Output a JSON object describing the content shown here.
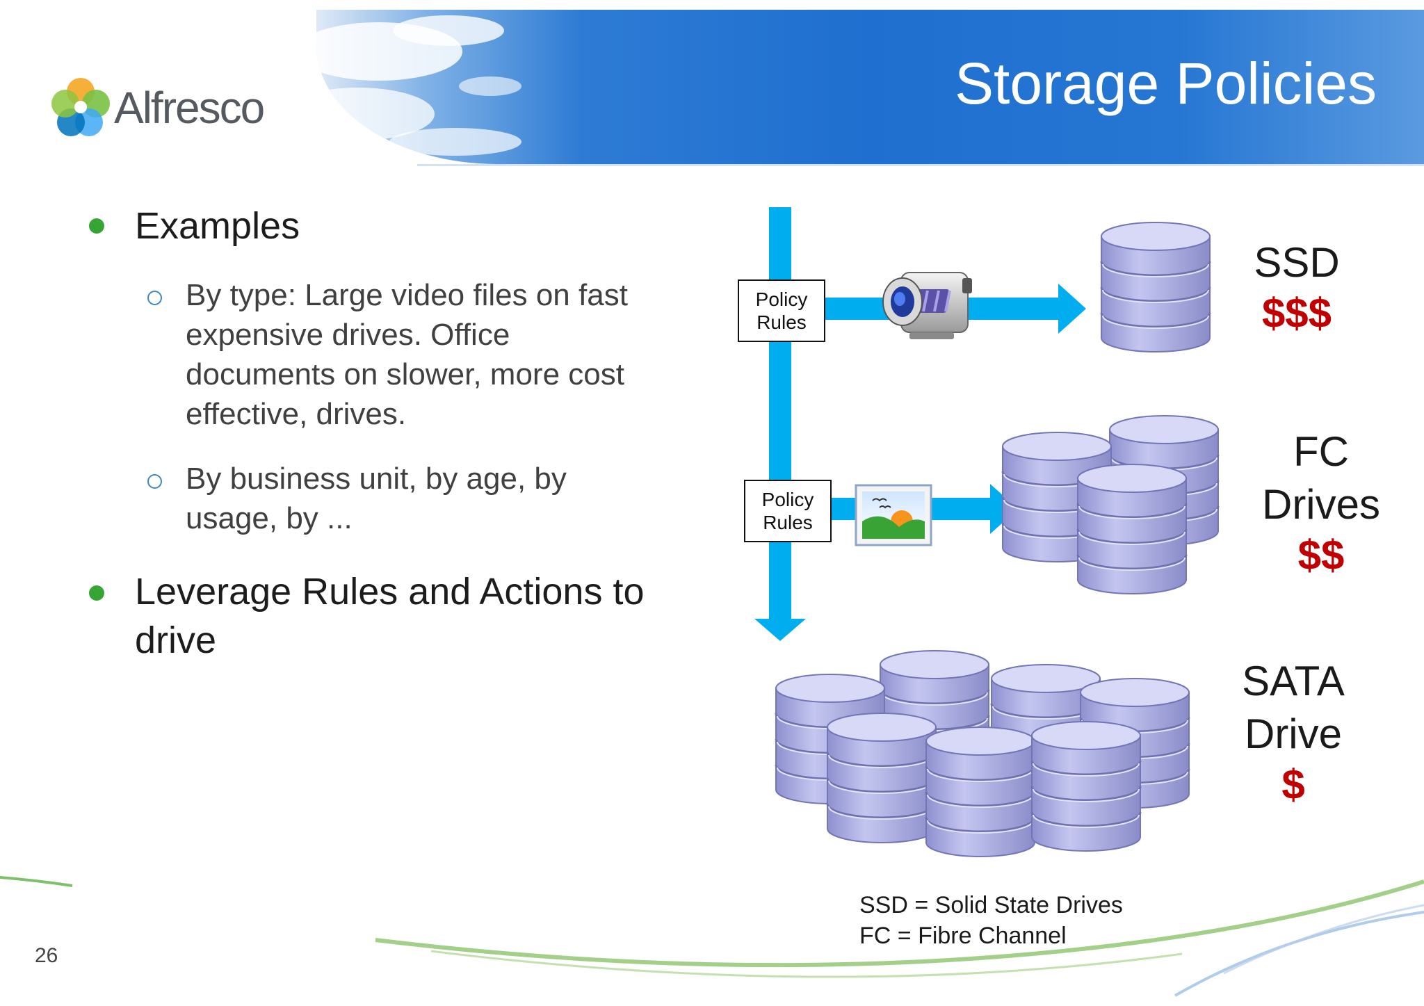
{
  "header": {
    "title": "Storage Policies",
    "logo_text": "Alfresco"
  },
  "bullets": [
    {
      "text": "Examples",
      "sub_items": [
        {
          "lines": [
            "By type: Large video files on fast",
            "expensive drives. Office",
            "documents on slower, more cost",
            "effective, drives."
          ]
        },
        {
          "lines": [
            "By business unit, by age, by",
            "usage, by ..."
          ]
        }
      ]
    },
    {
      "lines": [
        "Leverage Rules and Actions to",
        "drive"
      ]
    }
  ],
  "diagram": {
    "policy_boxes": [
      {
        "lines": [
          "Policy",
          "Rules"
        ]
      },
      {
        "lines": [
          "Policy",
          "Rules"
        ]
      }
    ],
    "tiers": [
      {
        "name_lines": [
          "SSD"
        ],
        "cost": "$$$"
      },
      {
        "name_lines": [
          "FC",
          "Drives"
        ],
        "cost": "$$"
      },
      {
        "name_lines": [
          "SATA",
          "Drive"
        ],
        "cost": "$"
      }
    ],
    "legend": [
      "SSD = Solid State Drives",
      "FC = Fibre Channel"
    ],
    "colors": {
      "flow_arrow": "#00aeef",
      "cost_red": "#c00000",
      "bullet_green": "#36a534",
      "disk_lavender": "#a7a9e0",
      "header_blue": "#1f6fd0"
    },
    "icons": [
      "video-camera-icon",
      "picture-icon"
    ]
  },
  "footer": {
    "page_number": "26"
  }
}
